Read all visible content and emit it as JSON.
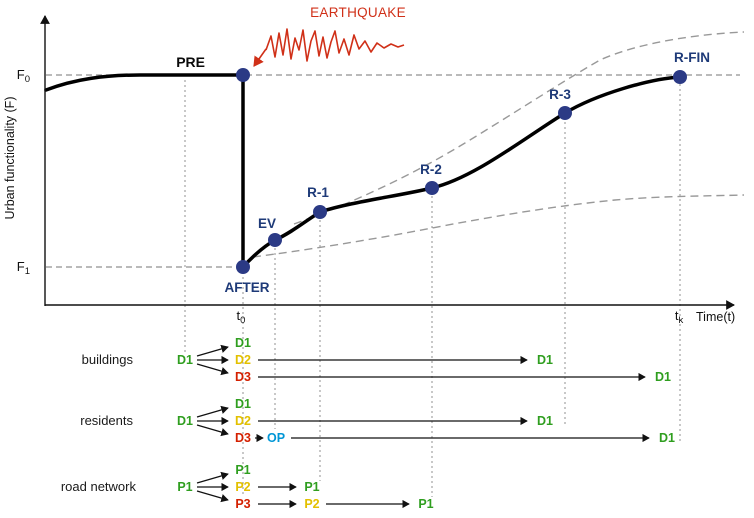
{
  "figure": {
    "y_axis_label": "Urban functionality (F)",
    "x_axis_label": "Time(t)",
    "earthquake_label": "EARTHQUAKE",
    "f0": {
      "base": "F",
      "sub": "0"
    },
    "f1": {
      "base": "F",
      "sub": "1"
    },
    "t0": {
      "base": "t",
      "sub": "0"
    },
    "tk": {
      "base": "t",
      "sub": "k"
    },
    "points": {
      "pre": "PRE",
      "after": "AFTER",
      "ev": "EV",
      "r1": "R-1",
      "r2": "R-2",
      "r3": "R-3",
      "rfin": "R-FIN"
    }
  },
  "timeline": {
    "buildings": {
      "label": "buildings",
      "initial": "D1",
      "states": [
        "D1",
        "D2",
        "D3"
      ],
      "d2_recovered": "D1",
      "d3_recovered": "D1"
    },
    "residents": {
      "label": "residents",
      "initial": "D1",
      "states": [
        "D1",
        "D2",
        "D3"
      ],
      "op": "OP",
      "d2_recovered": "D1",
      "d3_recovered": "D1"
    },
    "road_network": {
      "label": "road network",
      "initial": "P1",
      "states": [
        "P1",
        "P2",
        "P3"
      ],
      "p2_recovered": "P1",
      "p3_mid": "P2",
      "p3_recovered": "P1"
    }
  },
  "colors": {
    "good": "#2f9e1f",
    "moderate": "#e3c000",
    "severe": "#d42000",
    "operational": "#0096d6",
    "marker": "#2b3a85",
    "label": "#1e3a78",
    "earthquake": "#d03018"
  }
}
